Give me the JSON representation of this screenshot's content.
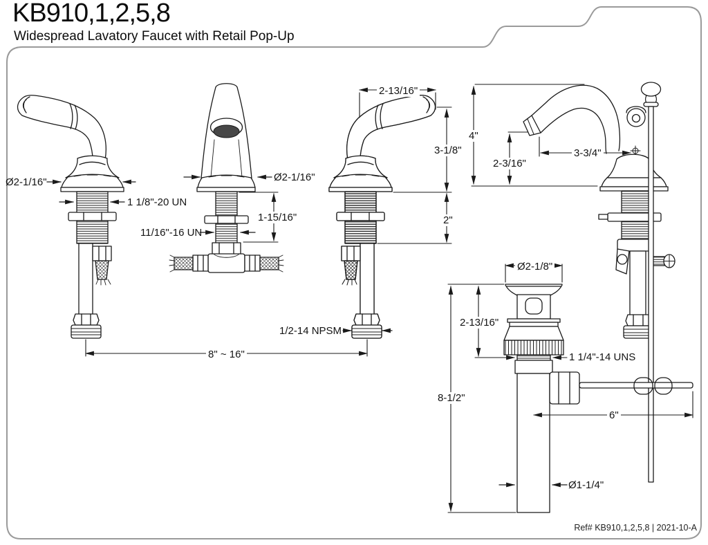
{
  "page": {
    "title": "KB910,1,2,5,8",
    "subtitle": "Widespread Lavatory Faucet with Retail Pop-Up",
    "ref": "Ref# KB910,1,2,5,8 | 2021-10-A"
  },
  "colors": {
    "line": "#1a1a1a",
    "border": "#9a9a9a",
    "background": "#ffffff",
    "aerator_fill": "#474747"
  },
  "figures": {
    "left_handle": {
      "escutcheon_diameter": "Ø2-1/16\"",
      "shank_thread": "1 1/8\"-20 UN"
    },
    "spout_front": {
      "escutcheon_diameter": "Ø2-1/16\"",
      "shank_length": "1-15/16\"",
      "outlet_thread": "11/16\"-16 UN"
    },
    "right_handle": {
      "handle_reach": "2-13/16\"",
      "height_above_deck": "3-1/8\"",
      "shank_length": "2\""
    },
    "installation": {
      "supply_nut_thread": "1/2-14 NPSM",
      "faucet_spread": "8\" ~ 16\""
    },
    "spout_side": {
      "overall_height": "4\"",
      "spout_outlet_height": "2-3/16\"",
      "spout_reach": "3-3/4\""
    },
    "popup_drain": {
      "flange_diameter": "Ø2-1/8\"",
      "top_height": "2-13/16\"",
      "body_thread": "1 1/4\"-14 UNS",
      "overall_height": "8-1/2\"",
      "ball_rod_length": "6\"",
      "tailpiece_diameter": "Ø1-1/4\""
    }
  }
}
